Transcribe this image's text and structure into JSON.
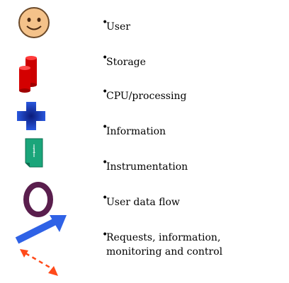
{
  "legend": {
    "items": [
      {
        "icon": "smiley-face-icon",
        "label": "User",
        "color": "#f4c28a"
      },
      {
        "icon": "red-cylinders-icon",
        "label": "Storage",
        "color": "#d40000"
      },
      {
        "icon": "blue-cross-icon",
        "label": "CPU/processing",
        "color": "#1f3fd0"
      },
      {
        "icon": "green-document-icon",
        "label": "Information",
        "color": "#1aa57a"
      },
      {
        "icon": "",
        "label": "Instrumentation"
      },
      {
        "icon": "purple-ring-icon",
        "label": "User data flow",
        "color": "#5a1e4d"
      },
      {
        "icon": "blue-arrow-icon",
        "label": "Requests, information, monitoring and control",
        "color": "#2f62e6"
      },
      {
        "icon": "red-dashed-arrow-icon",
        "label": "",
        "color": "#ff4a1a"
      }
    ]
  }
}
